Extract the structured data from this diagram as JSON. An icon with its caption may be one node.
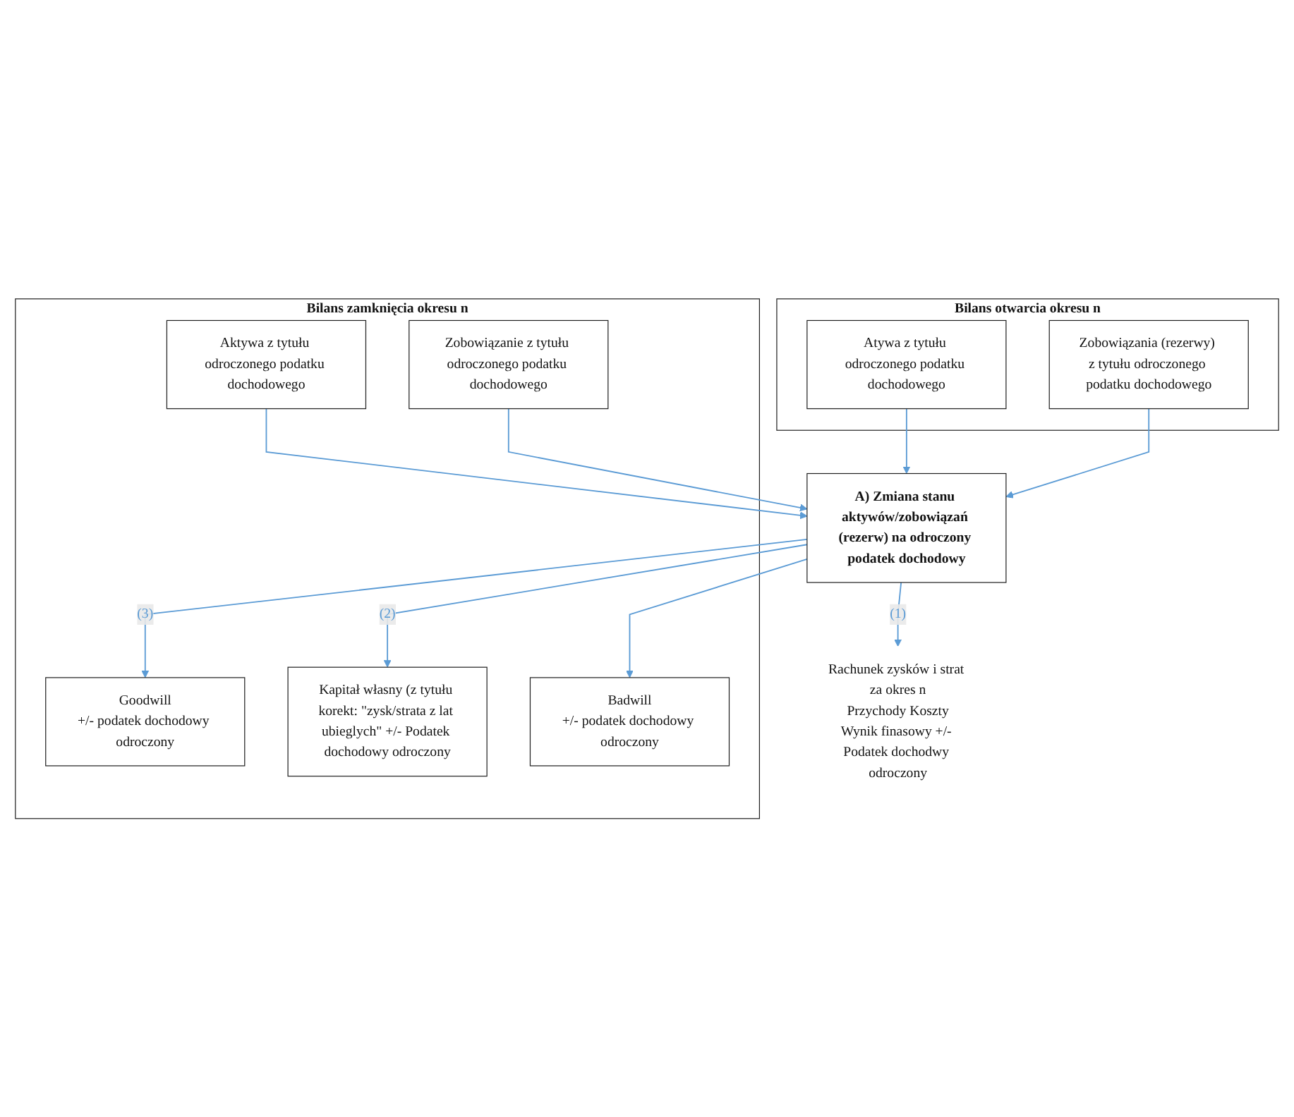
{
  "diagram": {
    "nodes": [
      {
        "text": [
          "Bilans otwarcia okresu n"
        ]
      },
      {
        "text": [
          "Atywa z tytułu odroczonego podatku dochodowego"
        ],
        "in": 0
      },
      {
        "text": [
          "Zobowiązania (rezerwy) z tytułu odroczonego podatku dochodowego"
        ],
        "in": 0
      },
      {
        "text": [
          "Rachunek zysków i strat za okres n",
          "Przychody Koszty",
          "Wynik finasowy +/- Podatek dochodwy odroczony"
        ]
      },
      {
        "text": [
          "Bilans zamknięcia okresu n"
        ]
      },
      {
        "text": [
          "Goodwill",
          "+/- podatek dochodowy odroczony"
        ],
        "in": 4
      },
      {
        "text": [
          "Kapitał własny (z tytułu korekt: \"zysk/strata z lat ubieglych\" +/- Podatek dochodowy odroczony"
        ],
        "in": 4
      },
      {
        "text": [
          "Badwill",
          "+/- podatek dochodowy odroczony"
        ],
        "in": 4
      },
      {
        "text": [
          "Aktywa z tytułu odroczonego podatku dochodowego"
        ],
        "in": 4
      },
      {
        "text": [
          "Zobowiązanie z tytułu odroczonego podatku dochodowego"
        ],
        "in": 4
      },
      {
        "text": [
          "A) Zmiana stanu aktywów/zobowiązań (rezerw) na odroczony podatek dochodowy"
        ]
      }
    ],
    "edges": [
      {
        "from": 1,
        "to": 10,
        "arrow": "to"
      },
      {
        "from": 2,
        "to": 10,
        "arrow": "to"
      },
      {
        "from": 10,
        "to": 3,
        "arrow": "to",
        "label": "(1)"
      },
      {
        "from": 10,
        "to": 5,
        "arrow": "to",
        "label": "(3)"
      },
      {
        "from": 10,
        "to": 7,
        "arrow": "to"
      },
      {
        "from": 8,
        "to": 10,
        "arrow": "to"
      },
      {
        "from": 9,
        "to": 10,
        "arrow": "to"
      },
      {
        "from": 10,
        "to": 6,
        "arrow": "to",
        "label": "(2)"
      }
    ]
  }
}
